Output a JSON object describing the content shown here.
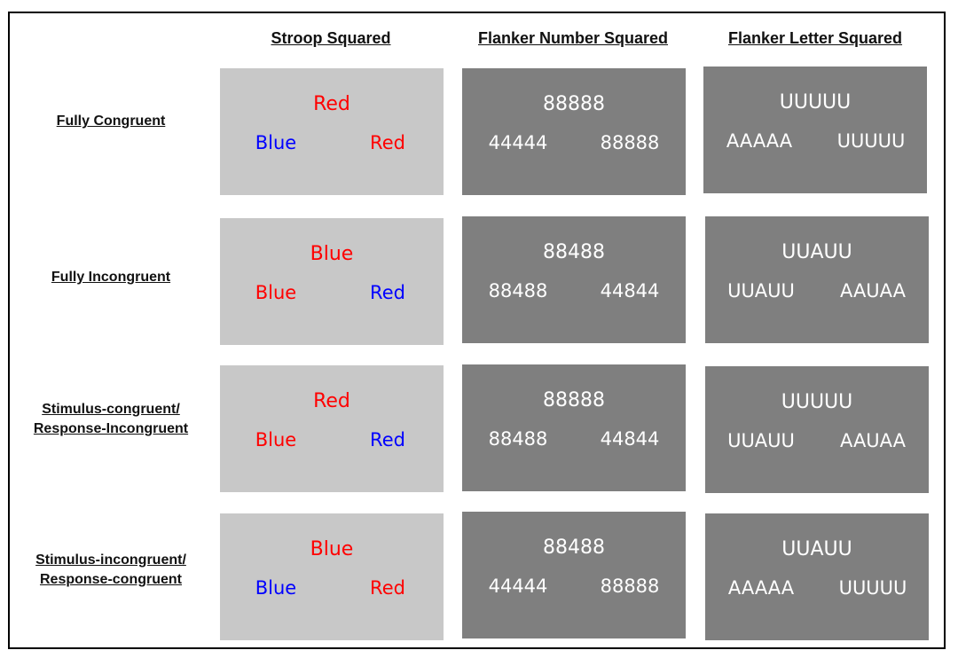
{
  "colors": {
    "red": "#ff0000",
    "blue": "#0000ff",
    "light_panel": "#c8c8c8",
    "dark_panel": "#7f7f7f",
    "white": "#ffffff"
  },
  "columns": [
    "Stroop Squared",
    "Flanker Number Squared",
    "Flanker Letter Squared"
  ],
  "rows": [
    {
      "label_lines": [
        "Fully Congruent"
      ],
      "stroop": {
        "top": {
          "text": "Red",
          "color": "red"
        },
        "left": {
          "text": "Blue",
          "color": "blue"
        },
        "right": {
          "text": "Red",
          "color": "red"
        }
      },
      "number": {
        "top": "88888",
        "left": "44444",
        "right": "88888"
      },
      "letter": {
        "top": "UUUUU",
        "left": "AAAAA",
        "right": "UUUUU"
      }
    },
    {
      "label_lines": [
        "Fully Incongruent"
      ],
      "stroop": {
        "top": {
          "text": "Blue",
          "color": "red"
        },
        "left": {
          "text": "Blue",
          "color": "red"
        },
        "right": {
          "text": "Red",
          "color": "blue"
        }
      },
      "number": {
        "top": "88488",
        "left": "88488",
        "right": "44844"
      },
      "letter": {
        "top": "UUAUU",
        "left": "UUAUU",
        "right": "AAUAA"
      }
    },
    {
      "label_lines": [
        "Stimulus-congruent/",
        "Response-Incongruent"
      ],
      "stroop": {
        "top": {
          "text": "Red",
          "color": "red"
        },
        "left": {
          "text": "Blue",
          "color": "red"
        },
        "right": {
          "text": "Red",
          "color": "blue"
        }
      },
      "number": {
        "top": "88888",
        "left": "88488",
        "right": "44844"
      },
      "letter": {
        "top": "UUUUU",
        "left": "UUAUU",
        "right": "AAUAA"
      }
    },
    {
      "label_lines": [
        "Stimulus-incongruent/",
        "Response-congruent"
      ],
      "stroop": {
        "top": {
          "text": "Blue",
          "color": "red"
        },
        "left": {
          "text": "Blue",
          "color": "blue"
        },
        "right": {
          "text": "Red",
          "color": "red"
        }
      },
      "number": {
        "top": "88488",
        "left": "44444",
        "right": "88888"
      },
      "letter": {
        "top": "UUAUU",
        "left": "AAAAA",
        "right": "UUUUU"
      }
    }
  ]
}
